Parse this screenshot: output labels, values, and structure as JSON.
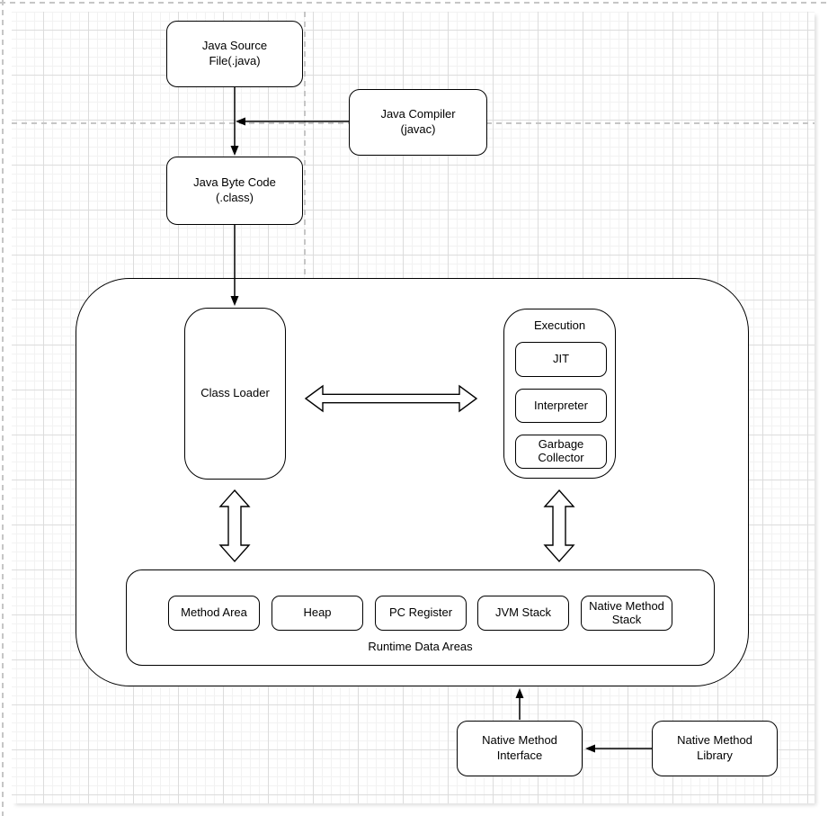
{
  "colors": {
    "stroke": "#000000",
    "shape_fill": "#ffffff",
    "canvas": "#ffffff",
    "grid_minor": "#f2f2f2",
    "grid_major": "#dcdcdc",
    "guide": "#c6c6c6"
  },
  "nodes": {
    "java_source": {
      "label": "Java Source\nFile(.java)"
    },
    "java_compiler": {
      "label": "Java Compiler\n(javac)"
    },
    "java_bytecode": {
      "label": "Java Byte Code\n(.class)"
    },
    "class_loader": {
      "label": "Class Loader"
    },
    "execution": {
      "title": "Execution",
      "jit": "JIT",
      "interpreter": "Interpreter",
      "garbage_collector": "Garbage\nCollector"
    },
    "runtime": {
      "label": "Runtime Data Areas",
      "areas": [
        "Method Area",
        "Heap",
        "PC Register",
        "JVM Stack",
        "Native Method\nStack"
      ]
    },
    "native_interface": {
      "label": "Native Method\nInterface"
    },
    "native_library": {
      "label": "Native Method\nLibrary"
    }
  }
}
